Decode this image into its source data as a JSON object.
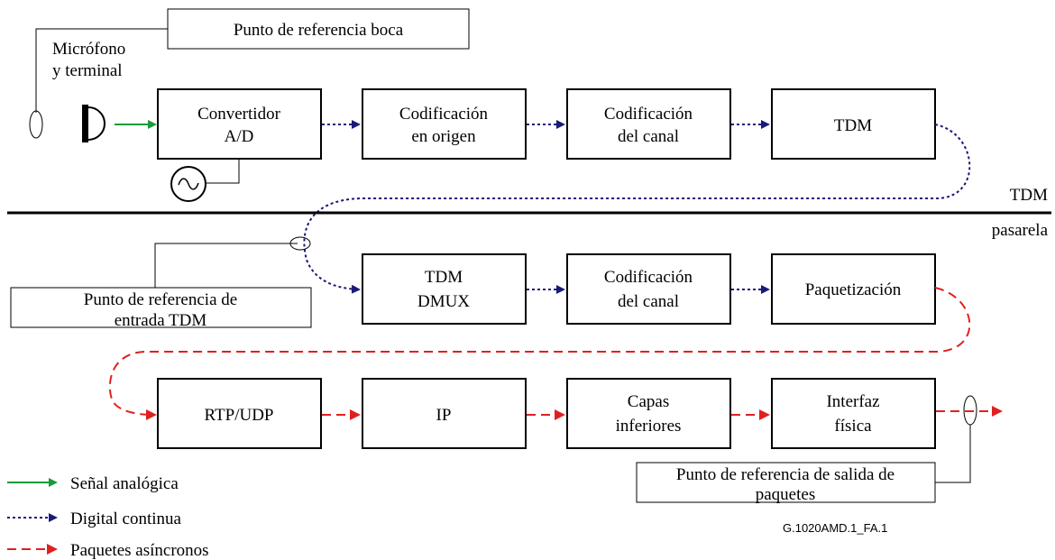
{
  "colors": {
    "analog": "#1a9a3a",
    "digital": "#1a1a7a",
    "packet": "#e02020",
    "stroke": "#000000"
  },
  "header": {
    "microphone_label_line1": "Micrófono",
    "microphone_label_line2": "y terminal",
    "mouth_reference": "Punto de referencia boca"
  },
  "boundary": {
    "upper_label": "TDM",
    "lower_label": "pasarela"
  },
  "row1": {
    "converter": [
      "Convertidor",
      "A/D"
    ],
    "source_coding": [
      "Codificación",
      "en origen"
    ],
    "channel_coding": [
      "Codificación",
      "del canal"
    ],
    "tdm": [
      "TDM"
    ]
  },
  "row2": {
    "tdm_dmux": [
      "TDM",
      "DMUX"
    ],
    "channel_coding": [
      "Codificación",
      "del canal"
    ],
    "packetization": [
      "Paquetización"
    ]
  },
  "row3": {
    "rtp_udp": [
      "RTP/UDP"
    ],
    "ip": [
      "IP"
    ],
    "lower_layers": [
      "Capas",
      "inferiores"
    ],
    "physical_interface": [
      "Interfaz",
      "física"
    ]
  },
  "references": {
    "tdm_input": [
      "Punto de referencia de",
      "entrada TDM"
    ],
    "packet_output": [
      "Punto de referencia de salida de",
      "paquetes"
    ]
  },
  "legend": {
    "analog": "Señal analógica",
    "digital": "Digital continua",
    "packet": "Paquetes asíncronos"
  },
  "figure_code": "G.1020AMD.1_FA.1"
}
